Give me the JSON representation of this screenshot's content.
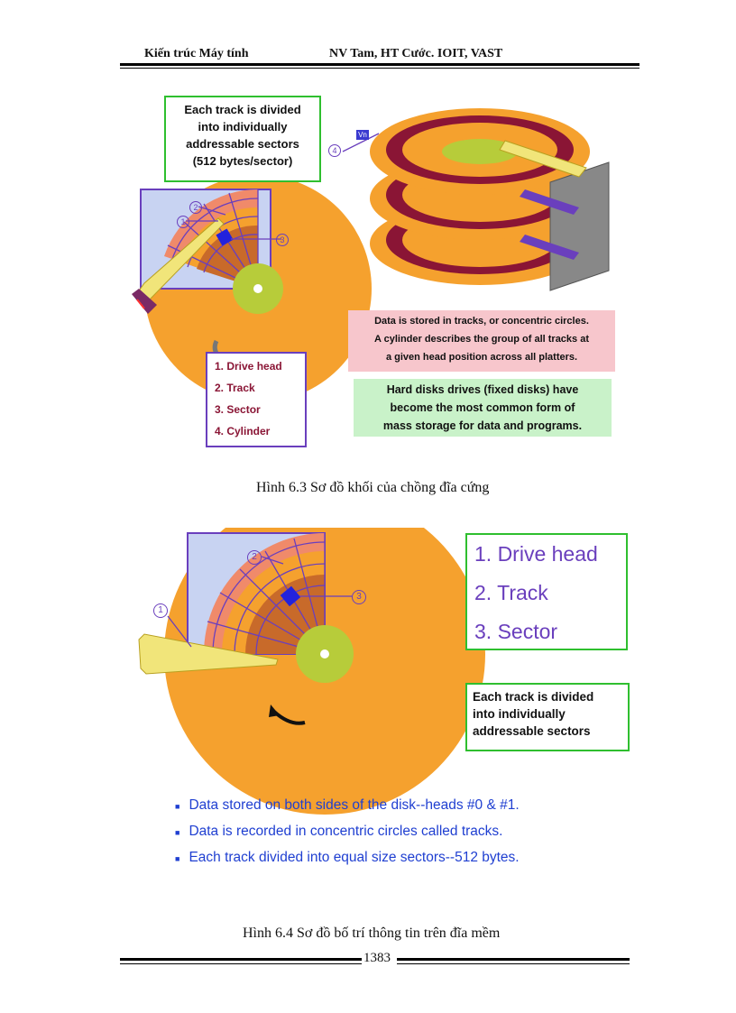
{
  "header": {
    "left": "Kiến trúc Máy tính",
    "right": "NV Tam, HT Cước. IOIT, VAST"
  },
  "figure1": {
    "sector_note": [
      "Each track is divided",
      "into individually",
      "addressable sectors",
      "(512 bytes/sector)"
    ],
    "vn_tag": "Vn",
    "callouts": [
      "1",
      "2",
      "3",
      "4"
    ],
    "legend": [
      "1.  Drive head",
      "2.  Track",
      "3.  Sector",
      "4.  Cylinder"
    ],
    "pink_note": [
      "Data is stored in tracks, or concentric circles.",
      "A cylinder describes the group of all tracks at",
      "a given head position across all platters."
    ],
    "green_note": [
      "Hard disks drives (fixed disks) have",
      "become the most common form of",
      "mass storage for data and programs."
    ],
    "caption": "Hình 6.3 Sơ đồ khối của chồng đĩa cứng"
  },
  "figure2": {
    "legend": [
      "1. Drive head",
      "2. Track",
      "3. Sector"
    ],
    "track_note": [
      "Each track is divided",
      "into individually",
      "addressable sectors"
    ],
    "callouts": [
      "1",
      "2",
      "3"
    ],
    "bullets": [
      "Data stored on both sides of the disk--heads #0 & #1.",
      "Data is recorded in concentric circles called tracks.",
      "Each track divided into equal size sectors--512 bytes."
    ],
    "caption": "Hình 6.4 Sơ đồ bố trí thông tin trên đĩa mềm"
  },
  "footer": {
    "page": "1383"
  },
  "colors": {
    "disk_orange": "#f5a12e",
    "hub_green": "#b7cc3a",
    "track_maroon": "#8a1535",
    "sector_blue": "#2222dd",
    "frame_purple": "#6a3fbd",
    "bullet_blue": "#1f3fd1"
  }
}
